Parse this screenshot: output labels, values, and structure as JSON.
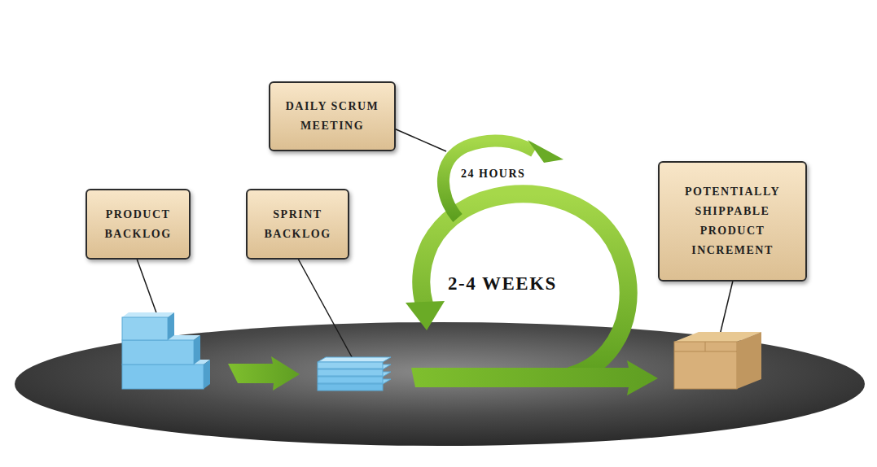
{
  "diagram": {
    "nodes": [
      {
        "text": [
          "DAILY SCRUM MEETING"
        ]
      },
      {
        "text": [
          "PRODUCT BACKLOG"
        ]
      },
      {
        "text": [
          "SPRINT BACKLOG"
        ]
      },
      {
        "text": [
          "POTENTIALLY SHIPPABLE PRODUCT INCREMENT"
        ]
      }
    ],
    "labels": [
      "24 HOURS",
      "2-4 WEEKS"
    ]
  }
}
